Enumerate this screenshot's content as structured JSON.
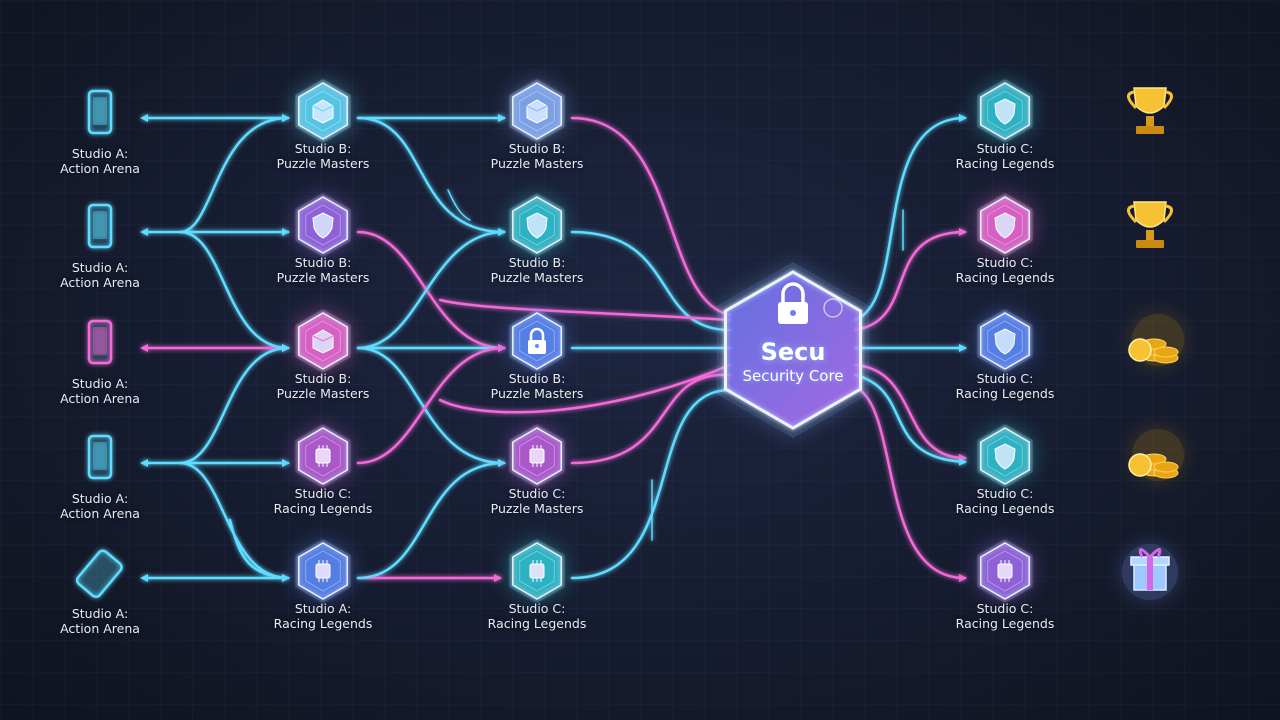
{
  "colors": {
    "cyan": "#5fdcff",
    "pink": "#f36ad8",
    "yellow": "#ffd44a",
    "bg": "#151a2c"
  },
  "core": {
    "title": "Secu",
    "subtitle": "Security Core",
    "icon": "lock-icon"
  },
  "devices": [
    {
      "line1": "Studio A:",
      "line2": "Action Arena",
      "icon": "smartphone-icon",
      "color": "#5fdcff"
    },
    {
      "line1": "Studio A:",
      "line2": "Action Arena",
      "icon": "smartphone-icon",
      "color": "#5fdcff"
    },
    {
      "line1": "Studio A:",
      "line2": "Action Arena",
      "icon": "smartphone-icon",
      "color": "#f36ad8"
    },
    {
      "line1": "Studio A:",
      "line2": "Action Arena",
      "icon": "smartphone-icon",
      "color": "#5fdcff"
    },
    {
      "line1": "Studio A:",
      "line2": "Action Arena",
      "icon": "tablet-icon",
      "color": "#5fdcff"
    }
  ],
  "column1": [
    {
      "line1": "Studio B:",
      "line2": "Puzzle Masters",
      "icon": "cube-icon",
      "color": "#5fdcff"
    },
    {
      "line1": "Studio B:",
      "line2": "Puzzle Masters",
      "icon": "shield-icon",
      "color": "#a06cf0"
    },
    {
      "line1": "Studio B:",
      "line2": "Puzzle Masters",
      "icon": "cube-icon",
      "color": "#f36ad8"
    },
    {
      "line1": "Studio C:",
      "line2": "Racing Legends",
      "icon": "chip-icon",
      "color": "#c060e0"
    },
    {
      "line1": "Studio A:",
      "line2": "Racing Legends",
      "icon": "chip-icon",
      "color": "#5f8cff"
    }
  ],
  "column2": [
    {
      "line1": "Studio B:",
      "line2": "Puzzle Masters",
      "icon": "cube-icon",
      "color": "#8ab4ff"
    },
    {
      "line1": "Studio B:",
      "line2": "Puzzle Masters",
      "icon": "shield-icon",
      "color": "#2fc8d8"
    },
    {
      "line1": "Studio B:",
      "line2": "Puzzle Masters",
      "icon": "lock-icon",
      "color": "#5f8cff"
    },
    {
      "line1": "Studio C:",
      "line2": "Puzzle Masters",
      "icon": "chip-icon",
      "color": "#c060e0"
    },
    {
      "line1": "Studio C:",
      "line2": "Racing Legends",
      "icon": "chip-icon",
      "color": "#2fc8d8"
    }
  ],
  "column3": [
    {
      "line1": "Studio C:",
      "line2": "Racing Legends",
      "icon": "shield-icon",
      "color": "#2fc8d8"
    },
    {
      "line1": "Studio C:",
      "line2": "Racing Legends",
      "icon": "shield-icon",
      "color": "#f36ad8"
    },
    {
      "line1": "Studio C:",
      "line2": "Racing Legends",
      "icon": "shield-icon",
      "color": "#5f8cff"
    },
    {
      "line1": "Studio C:",
      "line2": "Racing Legends",
      "icon": "shield-icon",
      "color": "#2fc8d8"
    },
    {
      "line1": "Studio C:",
      "line2": "Racing Legends",
      "icon": "chip-icon",
      "color": "#a06cf0"
    }
  ],
  "rewards": [
    {
      "icon": "trophy-icon",
      "arrow_color": "#f36ad8"
    },
    {
      "icon": "trophy-icon",
      "arrow_color": "#5fdcff"
    },
    {
      "icon": "coins-icon",
      "arrow_color": "#f36ad8"
    },
    {
      "icon": "coins-icon",
      "arrow_color": "#ffd44a"
    },
    {
      "icon": "gift-icon",
      "arrow_color": "#5fdcff"
    }
  ]
}
